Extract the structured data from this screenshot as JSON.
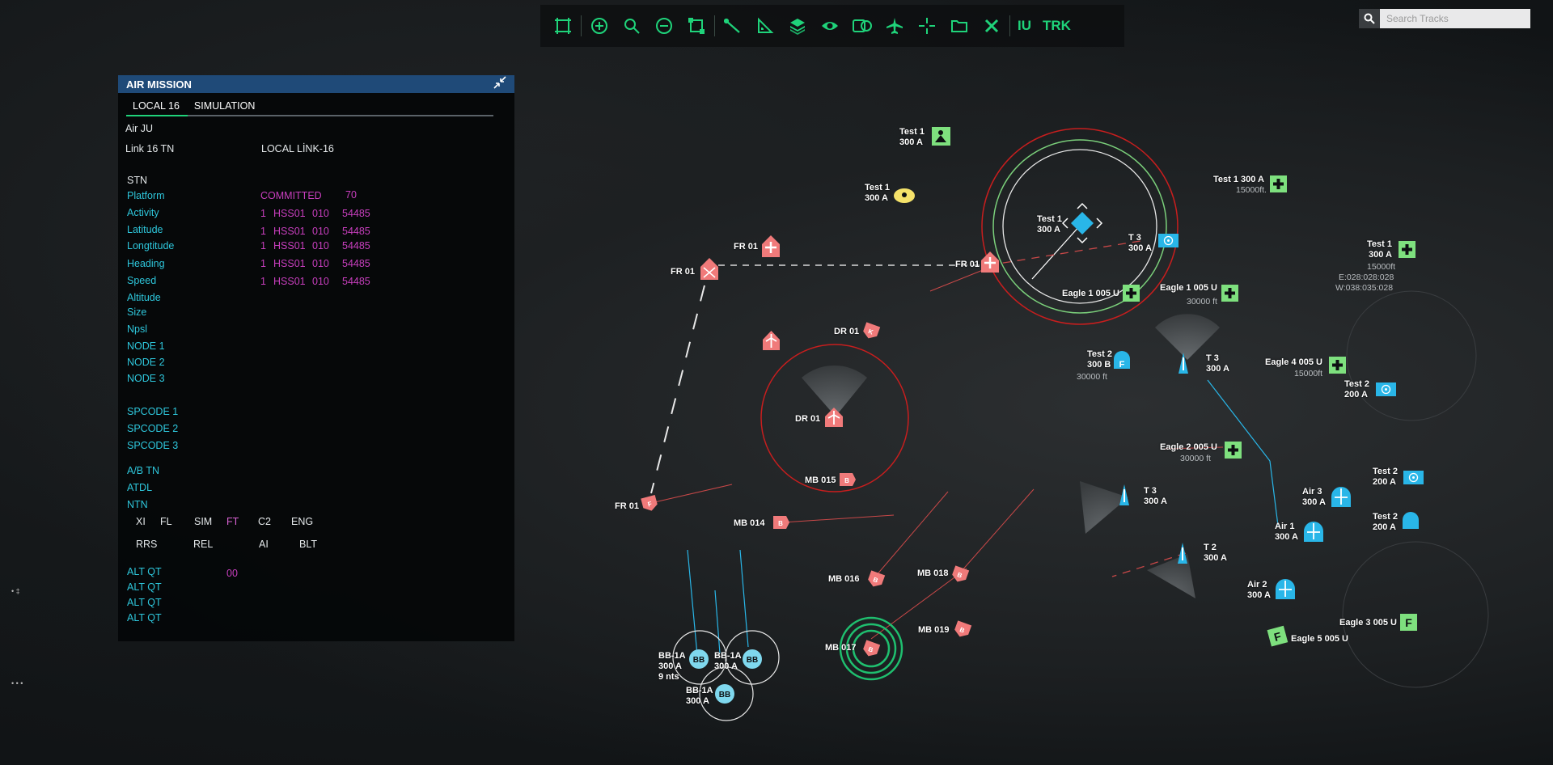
{
  "toolbar": {
    "buttons": [
      {
        "icon": "fit-extent-icon"
      },
      {
        "icon": "zoom-in-icon"
      },
      {
        "icon": "zoom-magnifier-icon"
      },
      {
        "icon": "zoom-out-icon"
      },
      {
        "icon": "select-area-icon"
      },
      {
        "icon": "draw-line-icon"
      },
      {
        "icon": "measure-angle-icon"
      },
      {
        "icon": "layers-icon"
      },
      {
        "icon": "visibility-eye-icon"
      },
      {
        "icon": "display-toggle-icon"
      },
      {
        "icon": "aircraft-icon"
      },
      {
        "icon": "crosshair-icon"
      },
      {
        "icon": "folder-icon"
      },
      {
        "icon": "close-x-icon"
      }
    ],
    "iu_label": "IU",
    "trk_label": "TRK",
    "accent": "#1fd37a"
  },
  "search": {
    "placeholder": "Search Tracks",
    "icon": "search-icon"
  },
  "panel": {
    "title": "AIR MISSION",
    "tabs": [
      "LOCAL 16",
      "SIMULATION"
    ],
    "active_tab": "LOCAL 16",
    "air_ju": "Air JU",
    "link16_label": "Link 16 TN",
    "link16_value": "LOCAL LİNK-16",
    "stn": "STN",
    "fields": [
      "Platform",
      "Activity",
      "Latitude",
      "Longtitude",
      "Heading",
      "Speed",
      "Altitude",
      "Size",
      "Npsl",
      "NODE  1",
      "NODE  2",
      "NODE  3"
    ],
    "committed_label": "COMMITTED",
    "committed_value": "70",
    "rows": [
      [
        "1",
        "HSS01",
        "010",
        "54485"
      ],
      [
        "1",
        "HSS01",
        "010",
        "54485"
      ],
      [
        "1",
        "HSS01",
        "010",
        "54485"
      ],
      [
        "1",
        "HSS01",
        "010",
        "54485"
      ],
      [
        "1",
        "HSS01",
        "010",
        "54485"
      ]
    ],
    "spcodes": [
      "SPCODE 1",
      "SPCODE 2",
      "SPCODE 3"
    ],
    "ab_tn": "A/B TN",
    "atdl": "ATDL",
    "ntn": "NTN",
    "flags_row1": [
      "XI",
      "FL",
      "SIM",
      "FT",
      "C2",
      "ENG"
    ],
    "flags_row2": [
      "RRS",
      "REL",
      "AI",
      "BLT"
    ],
    "alt_qt": [
      "ALT  QT",
      "ALT  QT",
      "ALT  QT",
      "ALT  QT"
    ],
    "alt_value": "00",
    "colors": {
      "header": "#1f4a78",
      "cyan": "#2ec7dc",
      "magenta": "#c93fbf"
    }
  },
  "map": {
    "tracks": {
      "test1_a": {
        "name": "Test 1",
        "alt": "300 A"
      },
      "test1_b": {
        "name": "Test 1",
        "alt": "300 A"
      },
      "test1_c": {
        "name": "Test 1",
        "alt": "300 A"
      },
      "test1_d": {
        "line1": "Test 1 300 A",
        "alt": "15000ft."
      },
      "test1_e": {
        "name": "Test 1",
        "alt": "300 A",
        "height": "15000ft",
        "e": "E:028:028:028",
        "w": "W:038:035:028"
      },
      "t3_a": {
        "name": "T 3",
        "alt": "300 A"
      },
      "t3_b": {
        "name": "T 3",
        "alt": "300 A"
      },
      "t3_c": {
        "name": "T 3",
        "alt": "300 A"
      },
      "t2": {
        "name": "T 2",
        "alt": "300 A"
      },
      "eagle1_a": {
        "name": "Eagle 1 005 U"
      },
      "eagle1_b": {
        "name": "Eagle 1 005 U",
        "height": "30000 ft"
      },
      "eagle4": {
        "name": "Eagle 4 005 U",
        "height": "15000ft"
      },
      "eagle2": {
        "name": "Eagle 2 005 U",
        "height": "30000 ft"
      },
      "eagle3": {
        "name": "Eagle 3 005 U"
      },
      "eagle5": {
        "name": "Eagle 5 005 U"
      },
      "test2_a": {
        "name": "Test 2",
        "alt": "300 B",
        "height": "30000 ft"
      },
      "test2_b": {
        "name": "Test 2",
        "alt": "200 A"
      },
      "test2_c": {
        "name": "Test 2",
        "alt": "200 A"
      },
      "test2_d": {
        "name": "Test 2",
        "alt": "200 A"
      },
      "air1": {
        "name": "Air 1",
        "alt": "300 A"
      },
      "air2": {
        "name": "Air 2",
        "alt": "300 A"
      },
      "air3": {
        "name": "Air 3",
        "alt": "300 A"
      },
      "fr01_a": "FR 01",
      "fr01_b": "FR 01",
      "fr01_c": "FR 01",
      "fr01_d": "FR 01",
      "dr01_a": "DR 01",
      "dr01_b": "DR 01",
      "mb015": "MB 015",
      "mb014": "MB 014",
      "mb016": "MB 016",
      "mb017": "MB 017",
      "mb018": "MB 018",
      "mb019": "MB 019",
      "bb1": {
        "name": "BB-1A",
        "alt": "300 A",
        "speed": "9 nts"
      },
      "bb2": {
        "name": "BB-1A",
        "alt": "300 A"
      },
      "bb3": {
        "name": "BB-1A",
        "alt": "300 A"
      },
      "bb_icon": "BB",
      "f_letter": "F"
    },
    "colors": {
      "hostile": "#f07a7a",
      "friend": "#7ee07e",
      "neutral": "#29b6e8",
      "unknown": "#f5e26a"
    }
  }
}
